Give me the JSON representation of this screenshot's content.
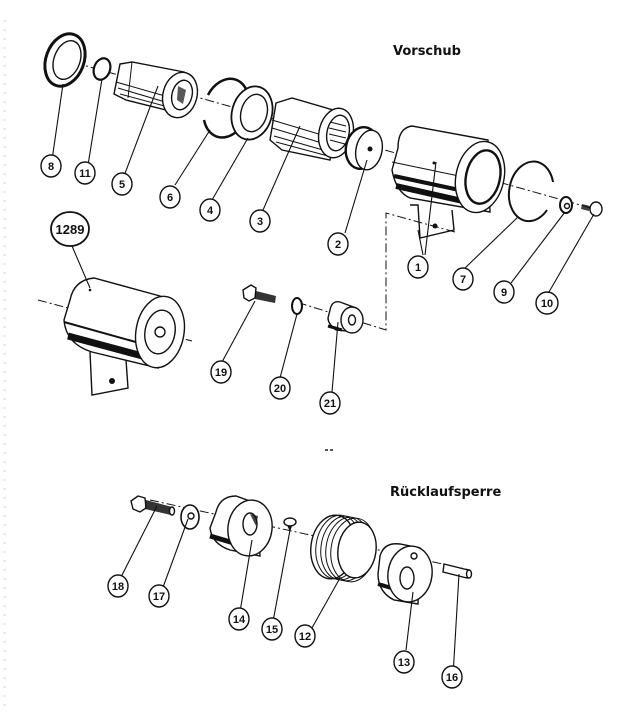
{
  "sections": {
    "feed": {
      "title": "Vorschub"
    },
    "backstop": {
      "title": "Rücklaufsperre"
    }
  },
  "assembly_label": "1289",
  "callouts": {
    "p1": "1",
    "p2": "2",
    "p3": "3",
    "p4": "4",
    "p5": "5",
    "p6": "6",
    "p7": "7",
    "p8": "8",
    "p9": "9",
    "p10": "10",
    "p11": "11",
    "p12": "12",
    "p13": "13",
    "p14": "14",
    "p15": "15",
    "p16": "16",
    "p17": "17",
    "p18": "18",
    "p19": "19",
    "p20": "20",
    "p21": "21"
  },
  "parts": [
    {
      "id": "1",
      "icon": "housing-with-bracket"
    },
    {
      "id": "2",
      "icon": "threaded-plug"
    },
    {
      "id": "3",
      "icon": "needle-bearing"
    },
    {
      "id": "4",
      "icon": "flat-washer"
    },
    {
      "id": "5",
      "icon": "sleeve-shaft"
    },
    {
      "id": "6",
      "icon": "circlip"
    },
    {
      "id": "7",
      "icon": "snap-ring"
    },
    {
      "id": "8",
      "icon": "shaft-seal"
    },
    {
      "id": "9",
      "icon": "small-washer"
    },
    {
      "id": "10",
      "icon": "screw"
    },
    {
      "id": "11",
      "icon": "o-ring"
    },
    {
      "id": "12",
      "icon": "coil-spring"
    },
    {
      "id": "13",
      "icon": "stop-collar"
    },
    {
      "id": "14",
      "icon": "clutch-hub"
    },
    {
      "id": "15",
      "icon": "set-screw"
    },
    {
      "id": "16",
      "icon": "dowel-pin"
    },
    {
      "id": "17",
      "icon": "washer"
    },
    {
      "id": "18",
      "icon": "hex-bolt"
    },
    {
      "id": "19",
      "icon": "hex-bolt"
    },
    {
      "id": "20",
      "icon": "lock-washer"
    },
    {
      "id": "21",
      "icon": "spacer"
    }
  ]
}
